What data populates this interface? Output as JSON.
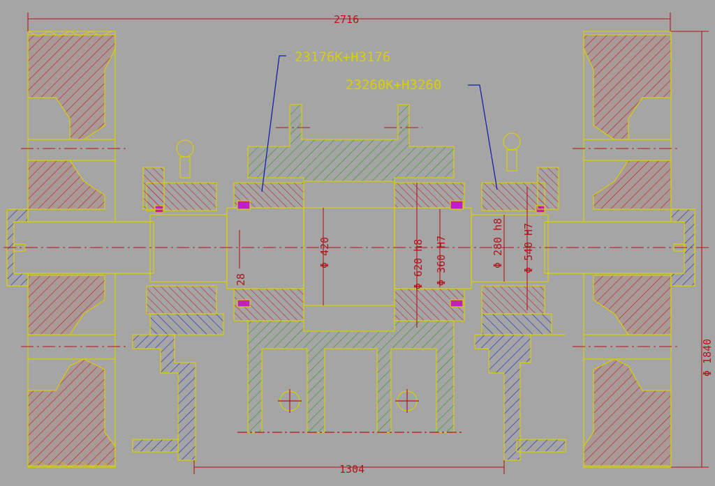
{
  "drawing": {
    "background": "#a5a5a5",
    "colors": {
      "outline": "#d8d000",
      "red_hatch": "#c0202a",
      "green_hatch": "#2f9a2a",
      "blue_hatch": "#2030c0",
      "dimension": "#b0141a",
      "leader": "#1020b0",
      "magenta": "#c020c0"
    },
    "callouts": [
      {
        "text": "23176K+H3176"
      },
      {
        "text": "23260K+H3260"
      }
    ],
    "dimensions": {
      "overall_length": "2716",
      "bearing_span": "1304",
      "wheel_diameter": "Φ 1840",
      "shaft_center_gap": "28",
      "bore_420": "Φ 420",
      "fit_620": "Φ 620 h8",
      "fit_360": "Φ 360 H7",
      "fit_280": "Φ 280 h8",
      "fit_540": "Φ 540 H7"
    }
  }
}
